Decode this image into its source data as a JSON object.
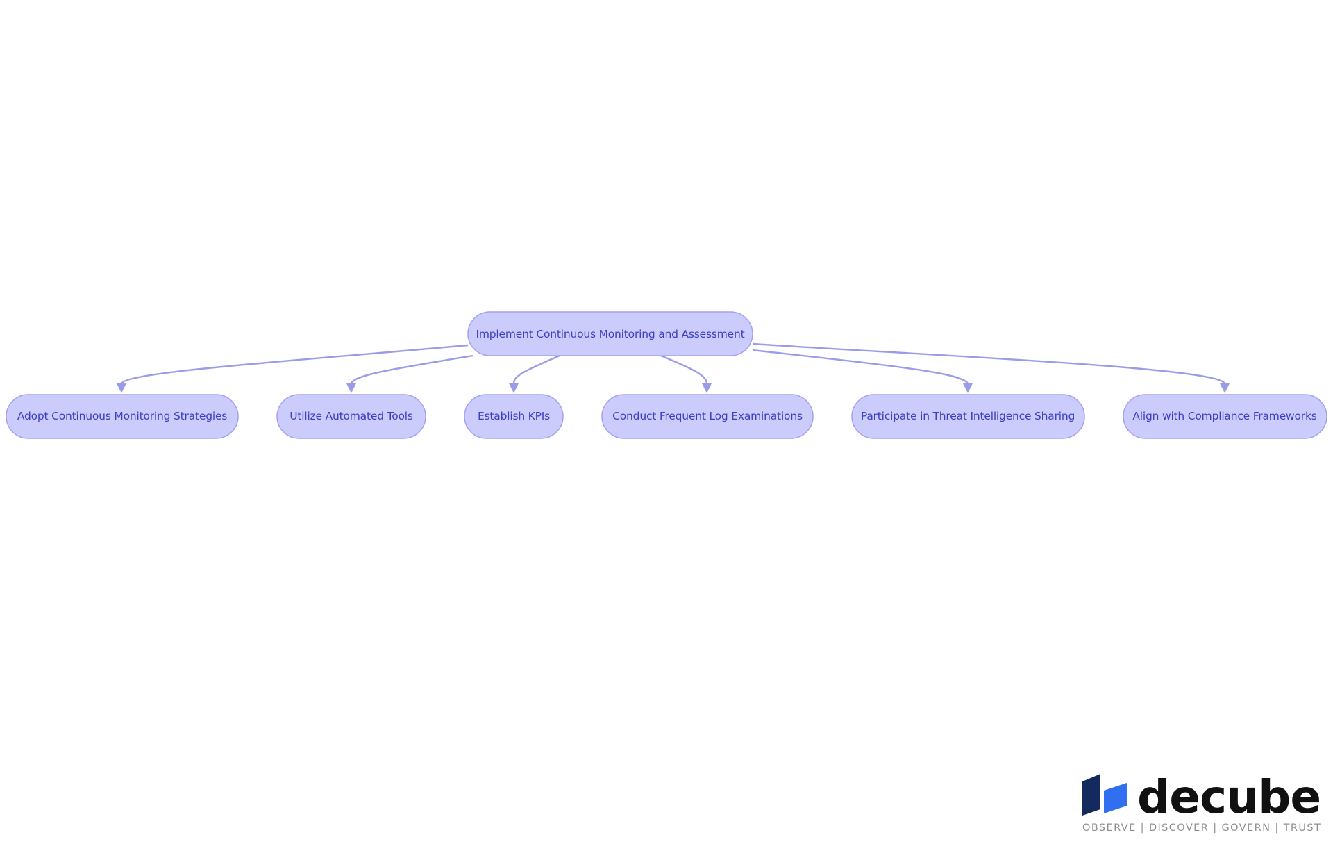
{
  "diagram": {
    "root": {
      "label": "Implement Continuous Monitoring and Assessment"
    },
    "children": [
      {
        "label": "Adopt Continuous Monitoring Strategies"
      },
      {
        "label": "Utilize Automated Tools"
      },
      {
        "label": "Establish KPIs"
      },
      {
        "label": "Conduct Frequent Log Examinations"
      },
      {
        "label": "Participate in Threat Intelligence Sharing"
      },
      {
        "label": "Align with Compliance Frameworks"
      }
    ]
  },
  "colors": {
    "node_fill": "#cbccfb",
    "node_border": "#a1a2ee",
    "node_text": "#3d3fc4",
    "edge": "#9b9ce8",
    "logo_dark": "#14295e",
    "logo_blue": "#2f6ff0",
    "logo_text": "#111111",
    "tagline_text": "#8f8f8f"
  },
  "logo": {
    "icon": "decube-cube-icon",
    "wordmark": "decube",
    "tagline": "OBSERVE | DISCOVER | GOVERN | TRUST"
  }
}
